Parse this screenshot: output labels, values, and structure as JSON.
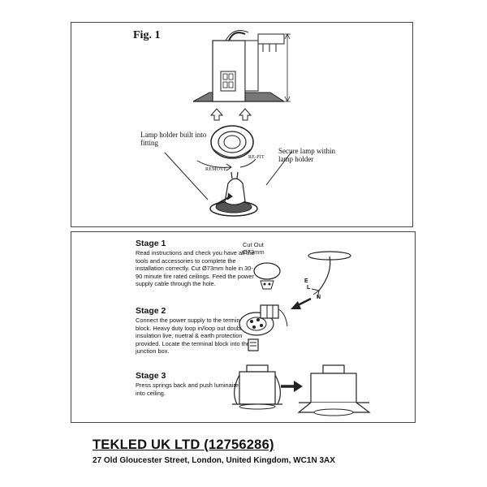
{
  "figure": {
    "title": "Fig. 1",
    "labels": {
      "lamp_holder": "Lamp holder built into fitting",
      "secure_lamp": "Secure lamp within lamp holder",
      "refit": "RE-FIT",
      "remove": "REMOVE"
    }
  },
  "stages": [
    {
      "heading": "Stage 1",
      "text": "Read instructions and check you have all the tools and accessories to complete the installation correctly. Cut Ø73mm hole in 30-90 minute fire rated ceilings. Feed the power supply cable through the hole."
    },
    {
      "heading": "Stage 2",
      "text": "Connect the power supply to the terminal block. Heavy duty loop in/loop out double insulation live, nuetral & earth protection provided. Locate the terminal block into the junction box."
    },
    {
      "heading": "Stage 3",
      "text": "Press springs back and push luminaire body into ceiling."
    }
  ],
  "cutout": {
    "line1": "Cut Out",
    "line2": "Ø73mm"
  },
  "wire_labels": {
    "earth": "E",
    "live": "L",
    "neutral": "N"
  },
  "footer": {
    "company": "TEKLED UK LTD (12756286)",
    "address": "27 Old Gloucester Street, London, United Kingdom, WC1N 3AX"
  }
}
